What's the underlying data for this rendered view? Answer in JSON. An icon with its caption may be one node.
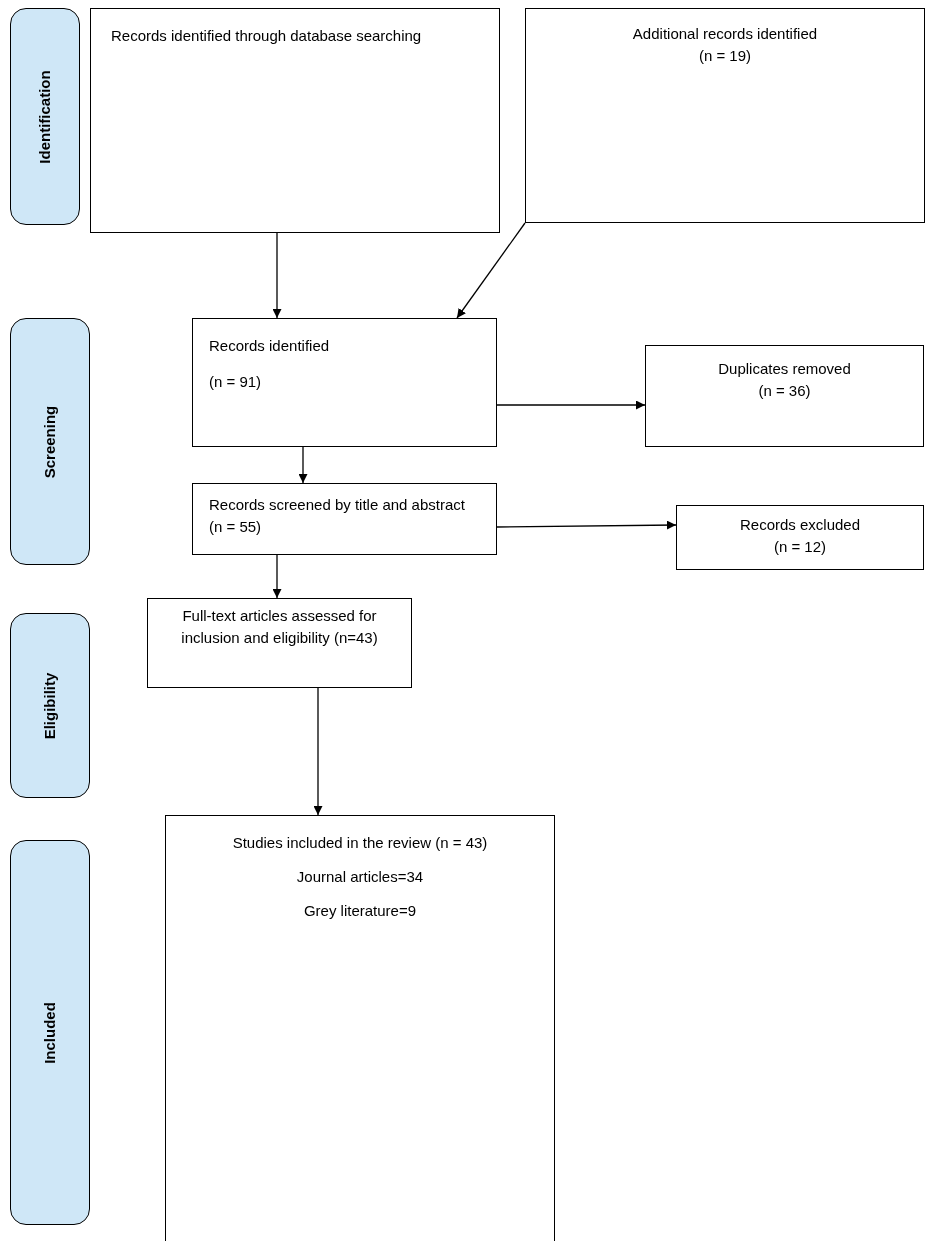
{
  "diagram": {
    "nodes": [
      {
        "text": [
          "Identification"
        ]
      },
      {
        "text": [
          "Records identified through database searching"
        ]
      },
      {
        "text": [
          "Additional records identified",
          "(n = 19)"
        ]
      },
      {
        "text": [
          "Screening"
        ]
      },
      {
        "text": [
          "Records identified",
          "(n = 91)"
        ]
      },
      {
        "text": [
          "Duplicates removed",
          "(n = 36)"
        ]
      },
      {
        "text": [
          "Records screened by title and abstract (n = 55)"
        ]
      },
      {
        "text": [
          "Records excluded",
          "(n = 12)"
        ]
      },
      {
        "text": [
          "Eligibility"
        ]
      },
      {
        "text": [
          "Full-text articles assessed for inclusion and eligibility (n=43)"
        ]
      },
      {
        "text": [
          "Included"
        ]
      },
      {
        "text": [
          "Studies included in the review (n = 43)",
          "Journal articles=34",
          "Grey literature=9"
        ]
      }
    ],
    "edges": [
      {
        "from": 1,
        "to": 4,
        "arrow": "to"
      },
      {
        "from": 2,
        "to": 4,
        "arrow": "to"
      },
      {
        "from": 4,
        "to": 5,
        "arrow": "to"
      },
      {
        "from": 4,
        "to": 6,
        "arrow": "to"
      },
      {
        "from": 6,
        "to": 7,
        "arrow": "to"
      },
      {
        "from": 6,
        "to": 9,
        "arrow": "to"
      },
      {
        "from": 9,
        "to": 11,
        "arrow": "to"
      }
    ]
  }
}
